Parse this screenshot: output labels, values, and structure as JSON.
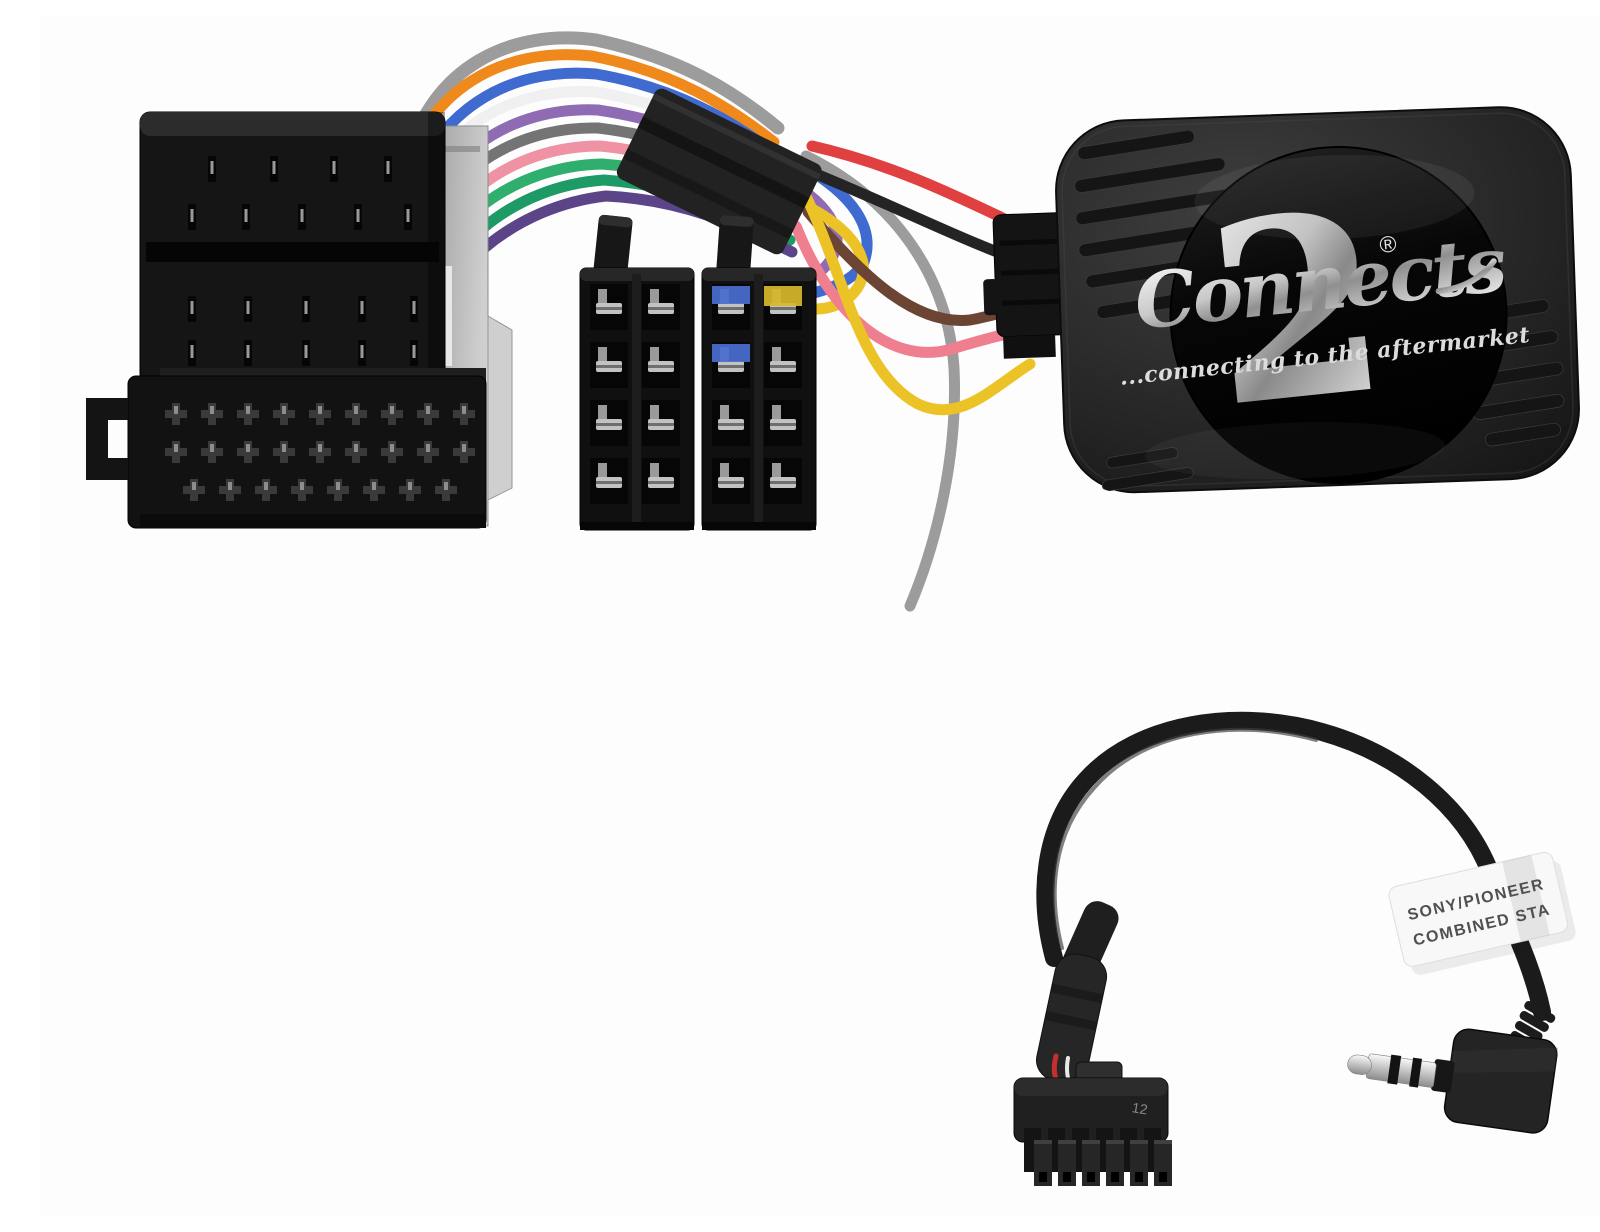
{
  "scene": {
    "type": "product-photo",
    "background": "#fdfdfd",
    "subject": "Connects2 steering wheel control interface kit: ISO harness with quadlock and ISO connectors, interface box, and Sony/Pioneer patch lead"
  },
  "interface_box": {
    "logo_script": "Connects",
    "logo_numeral": "2",
    "registered_mark": "®",
    "tagline": "...connecting to the aftermarket",
    "body_color": "#2c2c2c",
    "badge_color": "#0a0a0a",
    "logo_silver": "#e9e9e9"
  },
  "patch_lead": {
    "label_line1": "SONY/PIONEER",
    "label_line2": "COMBINED STA",
    "label_color": "#f8f8f8",
    "label_text_color": "#505050",
    "pin_marking": "12",
    "cable_color": "#1b1b1b",
    "plug": "right-angle 3.5mm TRS jack",
    "connector_pins": 12
  },
  "harness": {
    "left_connector": "black quadlock ISO block with grey rear shell",
    "mid_connectors": [
      "ISO female block A",
      "ISO female block B"
    ],
    "loom_wire_colors": [
      "#9c9c9c",
      "#f0891c",
      "#3f6ad0",
      "#f0f0f0",
      "#8f6bb4",
      "#747474",
      "#ef93a4",
      "#2fae6e",
      "#1d9a66",
      "#5c4488"
    ],
    "feed_wire_colors": [
      "#e04040",
      "#242424",
      "#6b4434",
      "#ef7f8f",
      "#ecc326"
    ],
    "accent_patch_colors": [
      "#4a6fd0",
      "#d9b92c"
    ],
    "tape_color": "#222222"
  }
}
